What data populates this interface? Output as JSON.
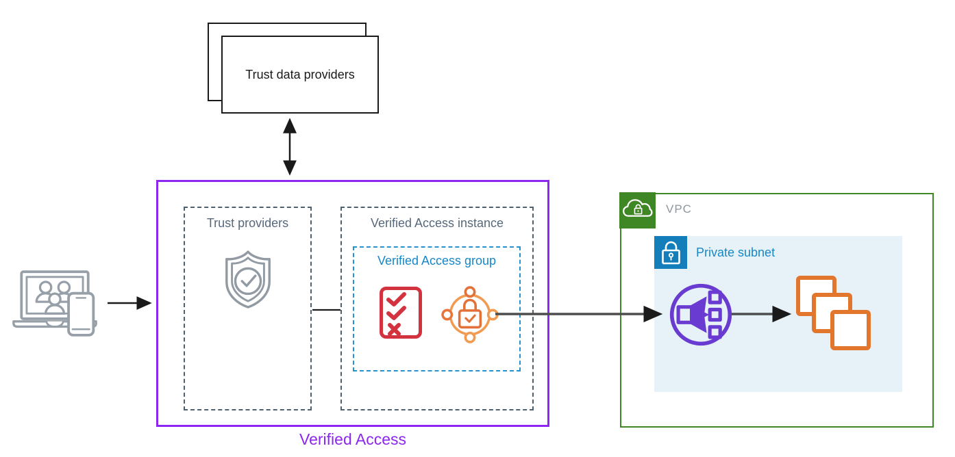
{
  "diagram": {
    "external": {
      "trust_data_providers_label": "Trust data providers",
      "devices_icon": "users-laptop-phone-icon"
    },
    "verified_access": {
      "label": "Verified Access",
      "accent_color": "#8c26f0",
      "trust_providers": {
        "label": "Trust providers",
        "icon": "shield-check-icon"
      },
      "instance": {
        "label": "Verified Access instance",
        "group": {
          "label": "Verified Access group",
          "accent_color": "#1787c8",
          "icons": [
            "policy-checklist-icon",
            "verified-access-lock-icon"
          ]
        }
      }
    },
    "vpc": {
      "label": "VPC",
      "accent_color": "#3f8624",
      "icon": "vpc-cloud-lock-icon",
      "private_subnet": {
        "label": "Private subnet",
        "accent_color": "#147eba",
        "subnet_fill": "#e7f2f8",
        "icon": "private-subnet-lock-icon",
        "contents": [
          "load-balancer-icon",
          "instances-icon"
        ]
      }
    },
    "connections": [
      "devices to verified-access",
      "trust-data-providers to verified-access (bidirectional)",
      "trust-providers to verified-access-instance",
      "verified-access-group to load-balancer",
      "load-balancer to instances"
    ],
    "colors": {
      "purple": "#8c26f0",
      "green": "#3f8624",
      "blue": "#1787c8",
      "slate": "#57687a",
      "red": "#d2333f",
      "orange": "#e8763a",
      "lb_purple": "#6a3bd0",
      "instances_orange": "#e1762c",
      "gray_label": "#8d969e",
      "arrow_black": "#1a1a1a",
      "arrow_gray": "#4d4d4d"
    }
  }
}
